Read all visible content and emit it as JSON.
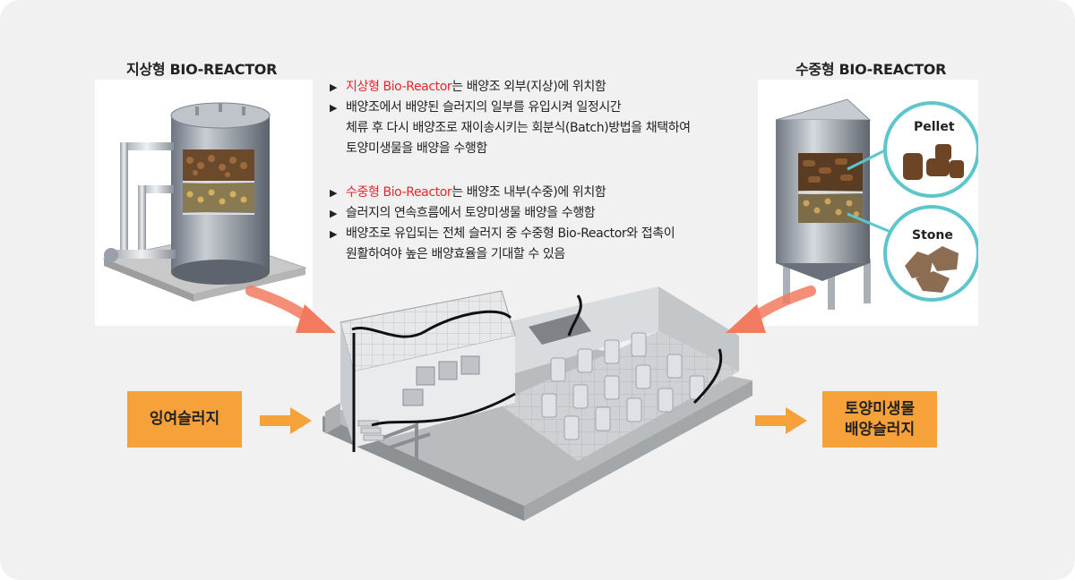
{
  "left_title": "지상형 BIO-REACTOR",
  "right_title": "수중형 BIO-REACTOR",
  "above_ground": {
    "lines": [
      {
        "highlight": "지상형 Bio-Reactor",
        "rest": "는 배양조 외부(지상)에 위치함"
      },
      {
        "highlight": "",
        "rest": "배양조에서 배양된 슬러지의 일부를 유입시켜 일정시간"
      }
    ],
    "continuation": [
      "체류 후 다시 배양조로 재이송시키는 회분식(Batch)방법을 채택하여",
      "토양미생물을 배양을 수행함"
    ]
  },
  "submerged": {
    "lines": [
      {
        "highlight": "수중형 Bio-Reactor",
        "rest": "는 배양조 내부(수중)에 위치함"
      },
      {
        "highlight": "",
        "rest": "슬러지의 연속흐름에서 토양미생물 배양을 수행함"
      },
      {
        "highlight": "",
        "rest": "배양조로 유입되는 전체 슬러지 중 수중형 Bio-Reactor와 접촉이"
      }
    ],
    "continuation": [
      "원활하여야 높은 배양효율을 기대할 수 있음"
    ]
  },
  "input_box": "잉여슬러지",
  "output_box_lines": [
    "토양미생물",
    "배양슬러지"
  ],
  "media": {
    "pellet": "Pellet",
    "stone": "Stone"
  },
  "colors": {
    "highlight": "#e0282e",
    "box": "#f6a13a",
    "arrow_salmon": "#f27a5e",
    "arrow_orange": "#f6a13a",
    "callout": "#5cc6cc"
  }
}
